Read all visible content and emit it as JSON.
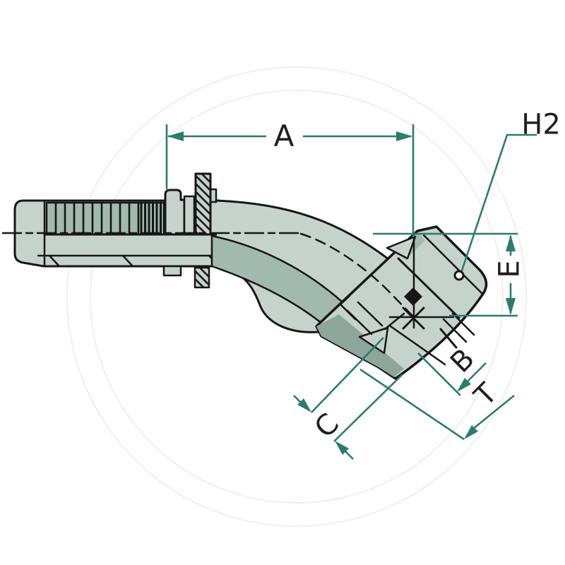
{
  "drawing": {
    "type": "technical-dimension-diagram",
    "subject": "45-degree hose fitting with swivel nut",
    "labels": {
      "a": "A",
      "h2": "H2",
      "e": "E",
      "b": "B",
      "t": "T",
      "c": "C"
    }
  },
  "colors": {
    "dimension_teal": "#2b7c6c",
    "outline_black": "#161616",
    "fill_light": "#c6d3cd",
    "fill_medium": "#a2b9af",
    "fill_dark": "#8da79c",
    "watermark": "#eef1ee",
    "background": "#ffffff",
    "label_text": "#1f1f1f"
  }
}
